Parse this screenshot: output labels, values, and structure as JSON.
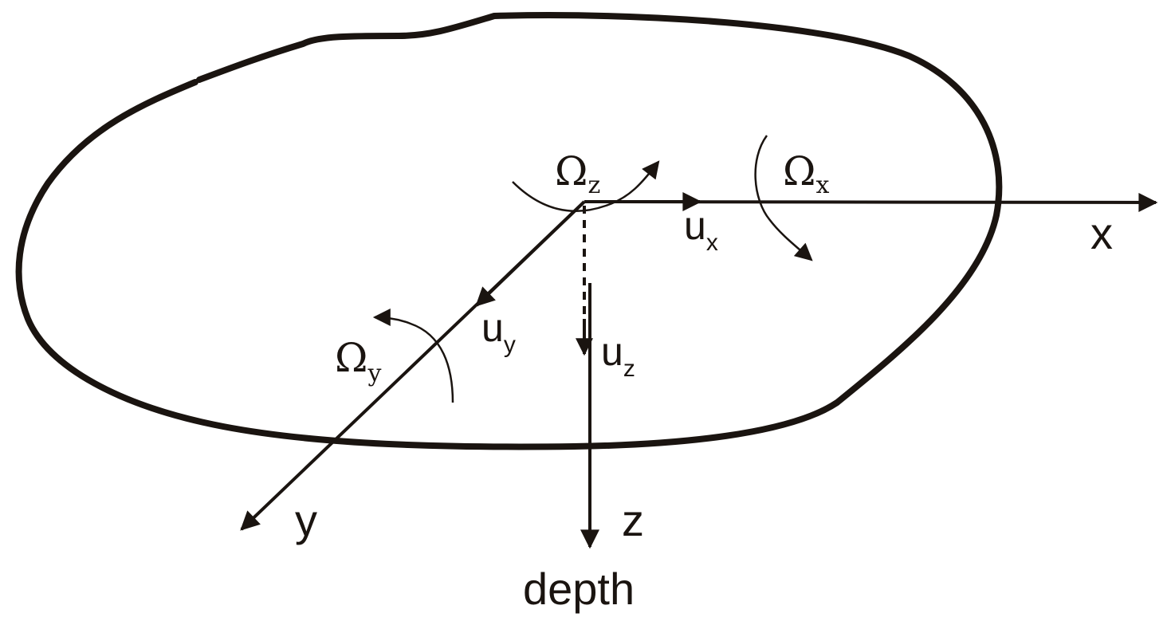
{
  "colors": {
    "ink": "#1a1410",
    "background": "#ffffff"
  },
  "axes": {
    "x": {
      "label": "x"
    },
    "y": {
      "label": "y"
    },
    "z": {
      "label": "z",
      "caption": "depth"
    }
  },
  "displacements": {
    "ux": {
      "base": "u",
      "sub": "x"
    },
    "uy": {
      "base": "u",
      "sub": "y"
    },
    "uz": {
      "base": "u",
      "sub": "z"
    }
  },
  "rotations": {
    "omega_x": {
      "base": "Ω",
      "sub": "x"
    },
    "omega_y": {
      "base": "Ω",
      "sub": "y"
    },
    "omega_z": {
      "base": "Ω",
      "sub": "z"
    }
  }
}
